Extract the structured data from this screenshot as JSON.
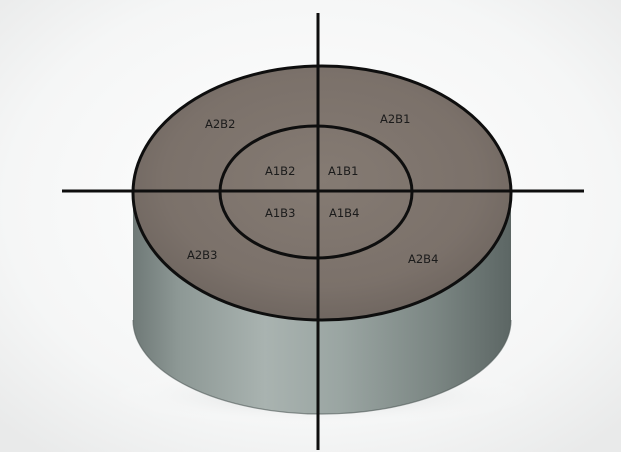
{
  "photo": {
    "subject": "cylindrical sample with zone grid",
    "colors": {
      "background": "#f6f6f6",
      "top_face": "#7e746c",
      "side_light": "#a7b1ae",
      "side_dark": "#5d6765",
      "grid_lines": "#0e0e0e"
    }
  },
  "regions": {
    "inner": {
      "a1b1": "A1B1",
      "a1b2": "A1B2",
      "a1b3": "A1B3",
      "a1b4": "A1B4"
    },
    "outer": {
      "a2b1": "A2B1",
      "a2b2": "A2B2",
      "a2b3": "A2B3",
      "a2b4": "A2B4"
    }
  }
}
